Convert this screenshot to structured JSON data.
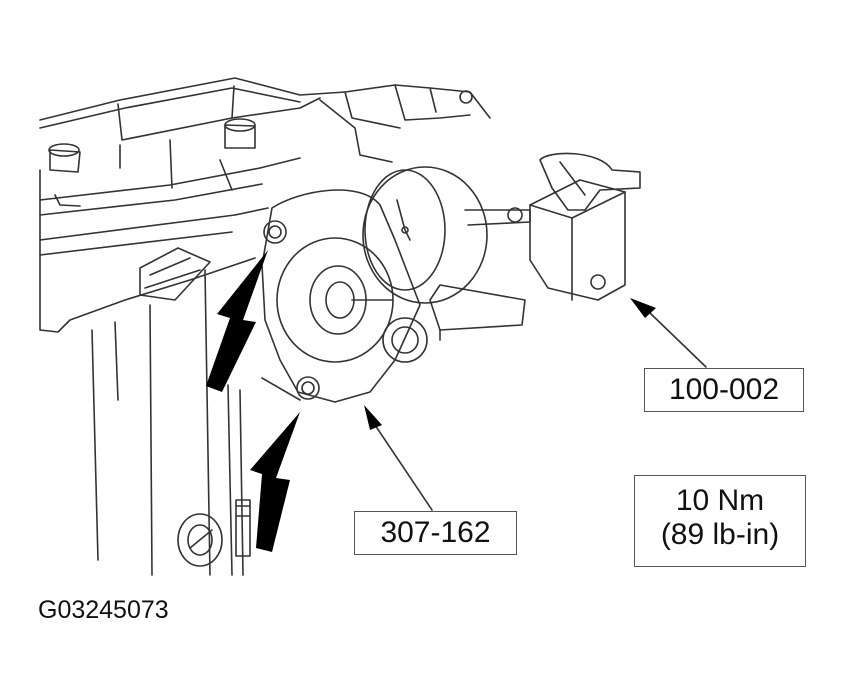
{
  "callouts": {
    "tool_100": "100-002",
    "tool_307": "307-162",
    "torque_nm": "10 Nm",
    "torque_lbin": "(89 lb-in)"
  },
  "figure_id": "G03245073",
  "colors": {
    "line": "#333333",
    "arrow": "#000000",
    "background": "#ffffff"
  }
}
